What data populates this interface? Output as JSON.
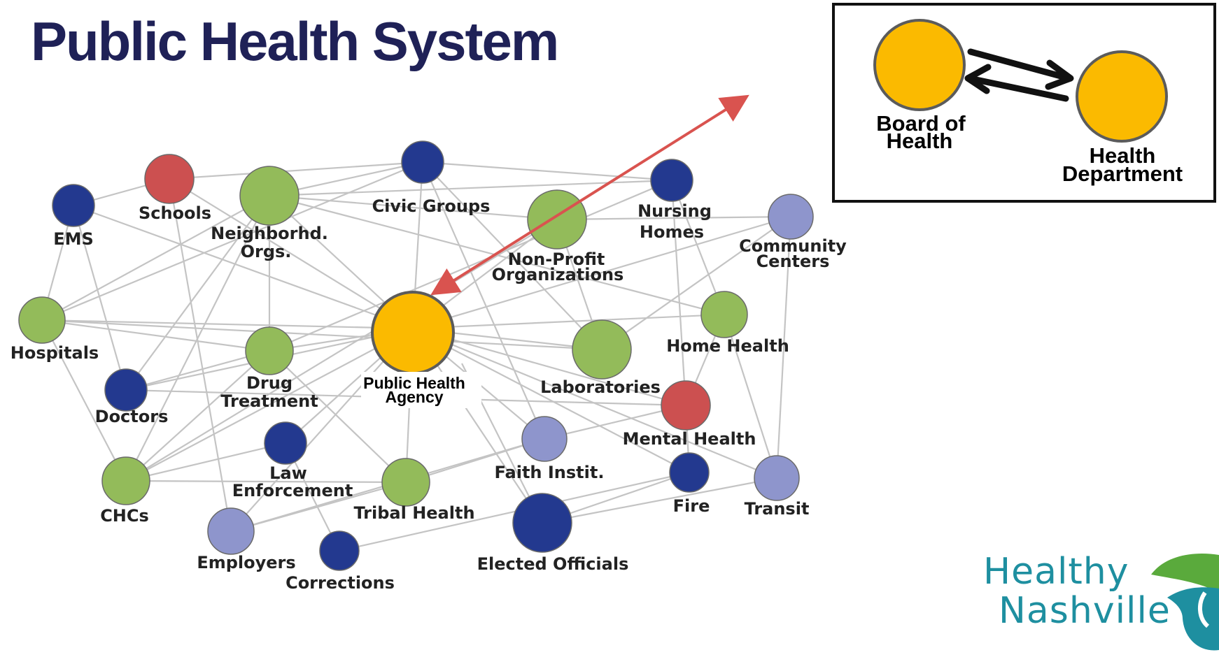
{
  "title": "Public Health System",
  "network": {
    "center_label_1": "Public Health",
    "center_label_2": "Agency",
    "nodes": {
      "ems": "EMS",
      "schools": "Schools",
      "neighborhd_1": "Neighborhd.",
      "neighborhd_2": "Orgs.",
      "civic_groups": "Civic Groups",
      "nonprofit_1": "Non-Profit",
      "nonprofit_2": "Organizations",
      "nursing_1": "Nursing",
      "nursing_2": "Homes",
      "community_1": "Community",
      "community_2": "Centers",
      "hospitals": "Hospitals",
      "drug_1": "Drug",
      "drug_2": "Treatment",
      "doctors": "Doctors",
      "laboratories": "Laboratories",
      "home_health": "Home Health",
      "mental_health": "Mental Health",
      "law_1": "Law",
      "law_2": "Enforcement",
      "faith": "Faith Instit.",
      "fire": "Fire",
      "transit": "Transit",
      "chcs": "CHCs",
      "tribal_health": "Tribal Health",
      "employers": "Employers",
      "corrections": "Corrections",
      "elected_officials": "Elected Officials"
    }
  },
  "inset": {
    "board_1": "Board of",
    "board_2": "Health",
    "dept_1": "Health",
    "dept_2": "Department"
  },
  "logo": {
    "line1": "Healthy",
    "line2": "Nashville"
  },
  "colors": {
    "title": "#1f2157",
    "green": "#93bb5a",
    "navy": "#23398f",
    "red": "#cc5050",
    "lavender": "#8e95cc",
    "gold": "#fbba00",
    "arrow": "#d9534f",
    "logo_teal": "#1e8fa0",
    "logo_green": "#5aaa3c"
  }
}
